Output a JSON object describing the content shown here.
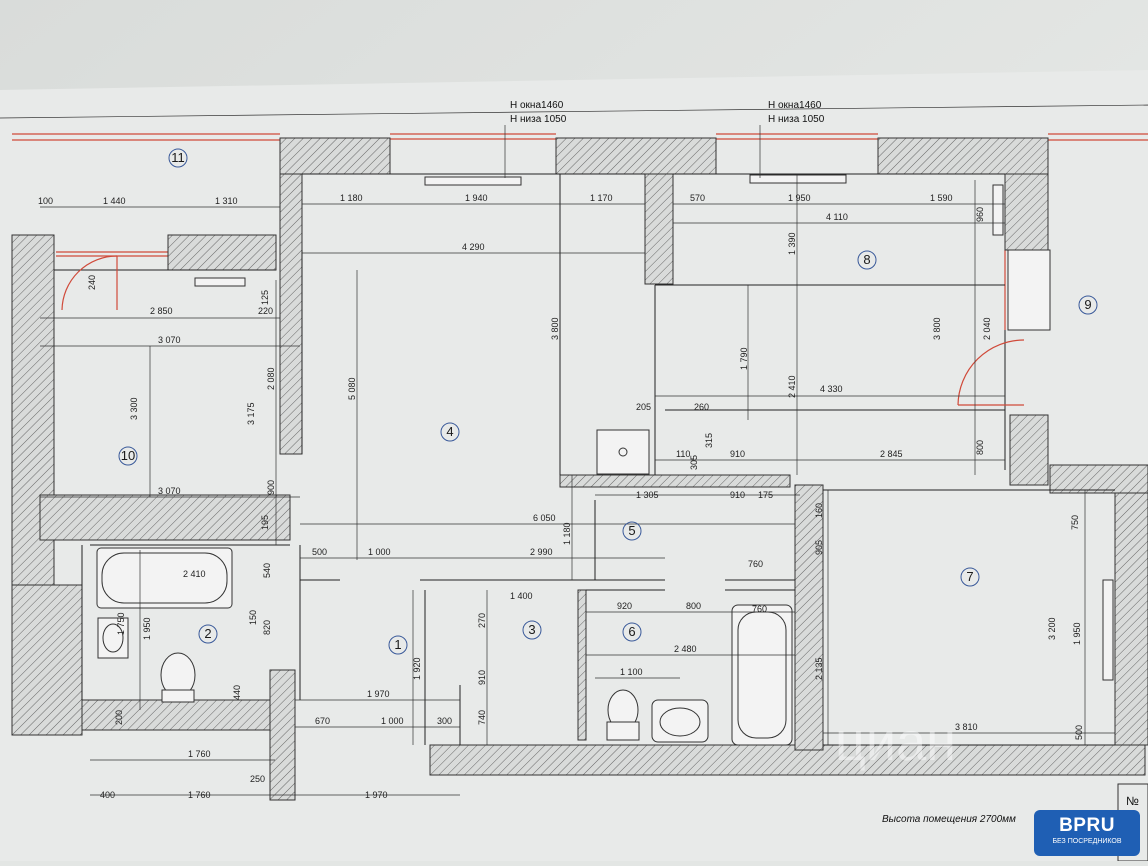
{
  "notes": {
    "window1_h": "H окна1460",
    "window1_sill": "H низа 1050",
    "window2_h": "H окна1460",
    "window2_sill": "H низа 1050",
    "ceiling": "Высота помещения 2700мм",
    "corner_no": "№"
  },
  "rooms": [
    "1",
    "2",
    "3",
    "4",
    "5",
    "6",
    "7",
    "8",
    "9",
    "10",
    "11"
  ],
  "dims": {
    "d100": "100",
    "d1440": "1 440",
    "d1310": "1 310",
    "d1180": "1 180",
    "d1940": "1 940",
    "d1170": "1 170",
    "d570": "570",
    "d1950a": "1 950",
    "d1590": "1 590",
    "d4110": "4 110",
    "d4290": "4 290",
    "d2850": "2 850",
    "d220": "220",
    "d3070a": "3 070",
    "d3070b": "3 070",
    "d3300": "3 300",
    "d3175": "3 175",
    "d2080": "2 080",
    "d125": "125",
    "d240": "240",
    "d5080": "5 080",
    "d3800a": "3 800",
    "d1390": "1 390",
    "d960": "960",
    "d1790": "1 790",
    "d2410a": "2 410",
    "d4330": "4 330",
    "d3800b": "3 800",
    "d2040": "2 040",
    "d205": "205",
    "d260": "260",
    "d315": "315",
    "d305": "305",
    "d110": "110",
    "d910a": "910",
    "d2845": "2 845",
    "d800a": "800",
    "d900": "900",
    "d195": "195",
    "d1305": "1 305",
    "d910b": "910",
    "d175": "175",
    "d6050": "6 050",
    "d1180b": "1 180",
    "d160": "160",
    "d905": "905",
    "d750": "750",
    "d500a": "500",
    "d1000a": "1 000",
    "d2990": "2 990",
    "d540": "540",
    "d2410b": "2 410",
    "d760a": "760",
    "d1400": "1 400",
    "d920": "920",
    "d800b": "800",
    "d760b": "760",
    "d1750": "1 750",
    "d1950b": "1 950",
    "d270": "270",
    "d150": "150",
    "d820": "820",
    "d1920": "1 920",
    "d910c": "910",
    "d2480": "2 480",
    "d3200": "3 200",
    "d1950c": "1 950",
    "d2135": "2 135",
    "d1100": "1 100",
    "d440": "440",
    "d1970a": "1 970",
    "d740": "740",
    "d200": "200",
    "d670": "670",
    "d1000b": "1 000",
    "d300": "300",
    "d3810": "3 810",
    "d500b": "500",
    "d1760a": "1 760",
    "d250": "250",
    "d400": "400",
    "d1760b": "1 760",
    "d1970b": "1 970"
  },
  "watermark": {
    "brand": "циан"
  },
  "badge": {
    "label": "BPRU",
    "sub": "БЕЗ ПОСРЕДНИКОВ"
  },
  "colors": {
    "paper": "#e9ebea",
    "red": "#d04a3a",
    "room_circle": "#3a5a9a",
    "badge": "#1f5fb4"
  }
}
